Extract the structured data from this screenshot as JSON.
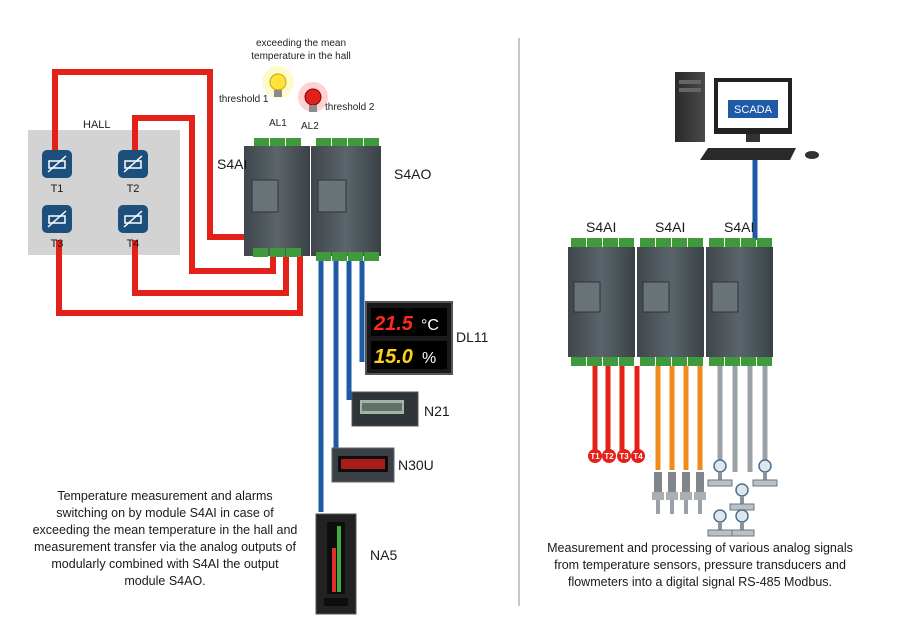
{
  "left": {
    "bulb_caption_line1": "exceeding the mean",
    "bulb_caption_line2": "temperature in the hall",
    "threshold1": "threshold 1",
    "threshold2": "threshold 2",
    "al1": "AL1",
    "al2": "AL2",
    "hall": "HALL",
    "sensors": [
      "T1",
      "T2",
      "T3",
      "T4"
    ],
    "s4ai": "S4AI",
    "s4ao": "S4AO",
    "dl11_label": "DL11",
    "dl11_row1_value": "21.5",
    "dl11_row1_unit": "°C",
    "dl11_row2_value": "15.0",
    "dl11_row2_unit": "%",
    "n21": "N21",
    "n30u": "N30U",
    "na5": "NA5",
    "caption": "Temperature measurement and alarms switching on by module S4AI in case of exceeding the mean temperature in the hall and measurement transfer via the analog outputs of modularly combined with S4AI the output module S4AO."
  },
  "right": {
    "scada": "SCADA",
    "modules": [
      "S4AI",
      "S4AI",
      "S4AI"
    ],
    "sensor_tags": [
      "T1",
      "T2",
      "T3",
      "T4"
    ],
    "caption": "Measurement and processing of various analog signals from temperature sensors, pressure transducers and flowmeters into a digital signal RS-485 Modbus."
  },
  "colors": {
    "wire_red": "#e32119",
    "wire_blue": "#1f5aa6",
    "wire_orange": "#ef8a1d",
    "wire_gray": "#9aa2a8",
    "terminal_green": "#3e9a3a",
    "module_body": "#4a5258",
    "sensor_tile": "#1d4f7c",
    "hall_panel": "#d3d3d3"
  }
}
